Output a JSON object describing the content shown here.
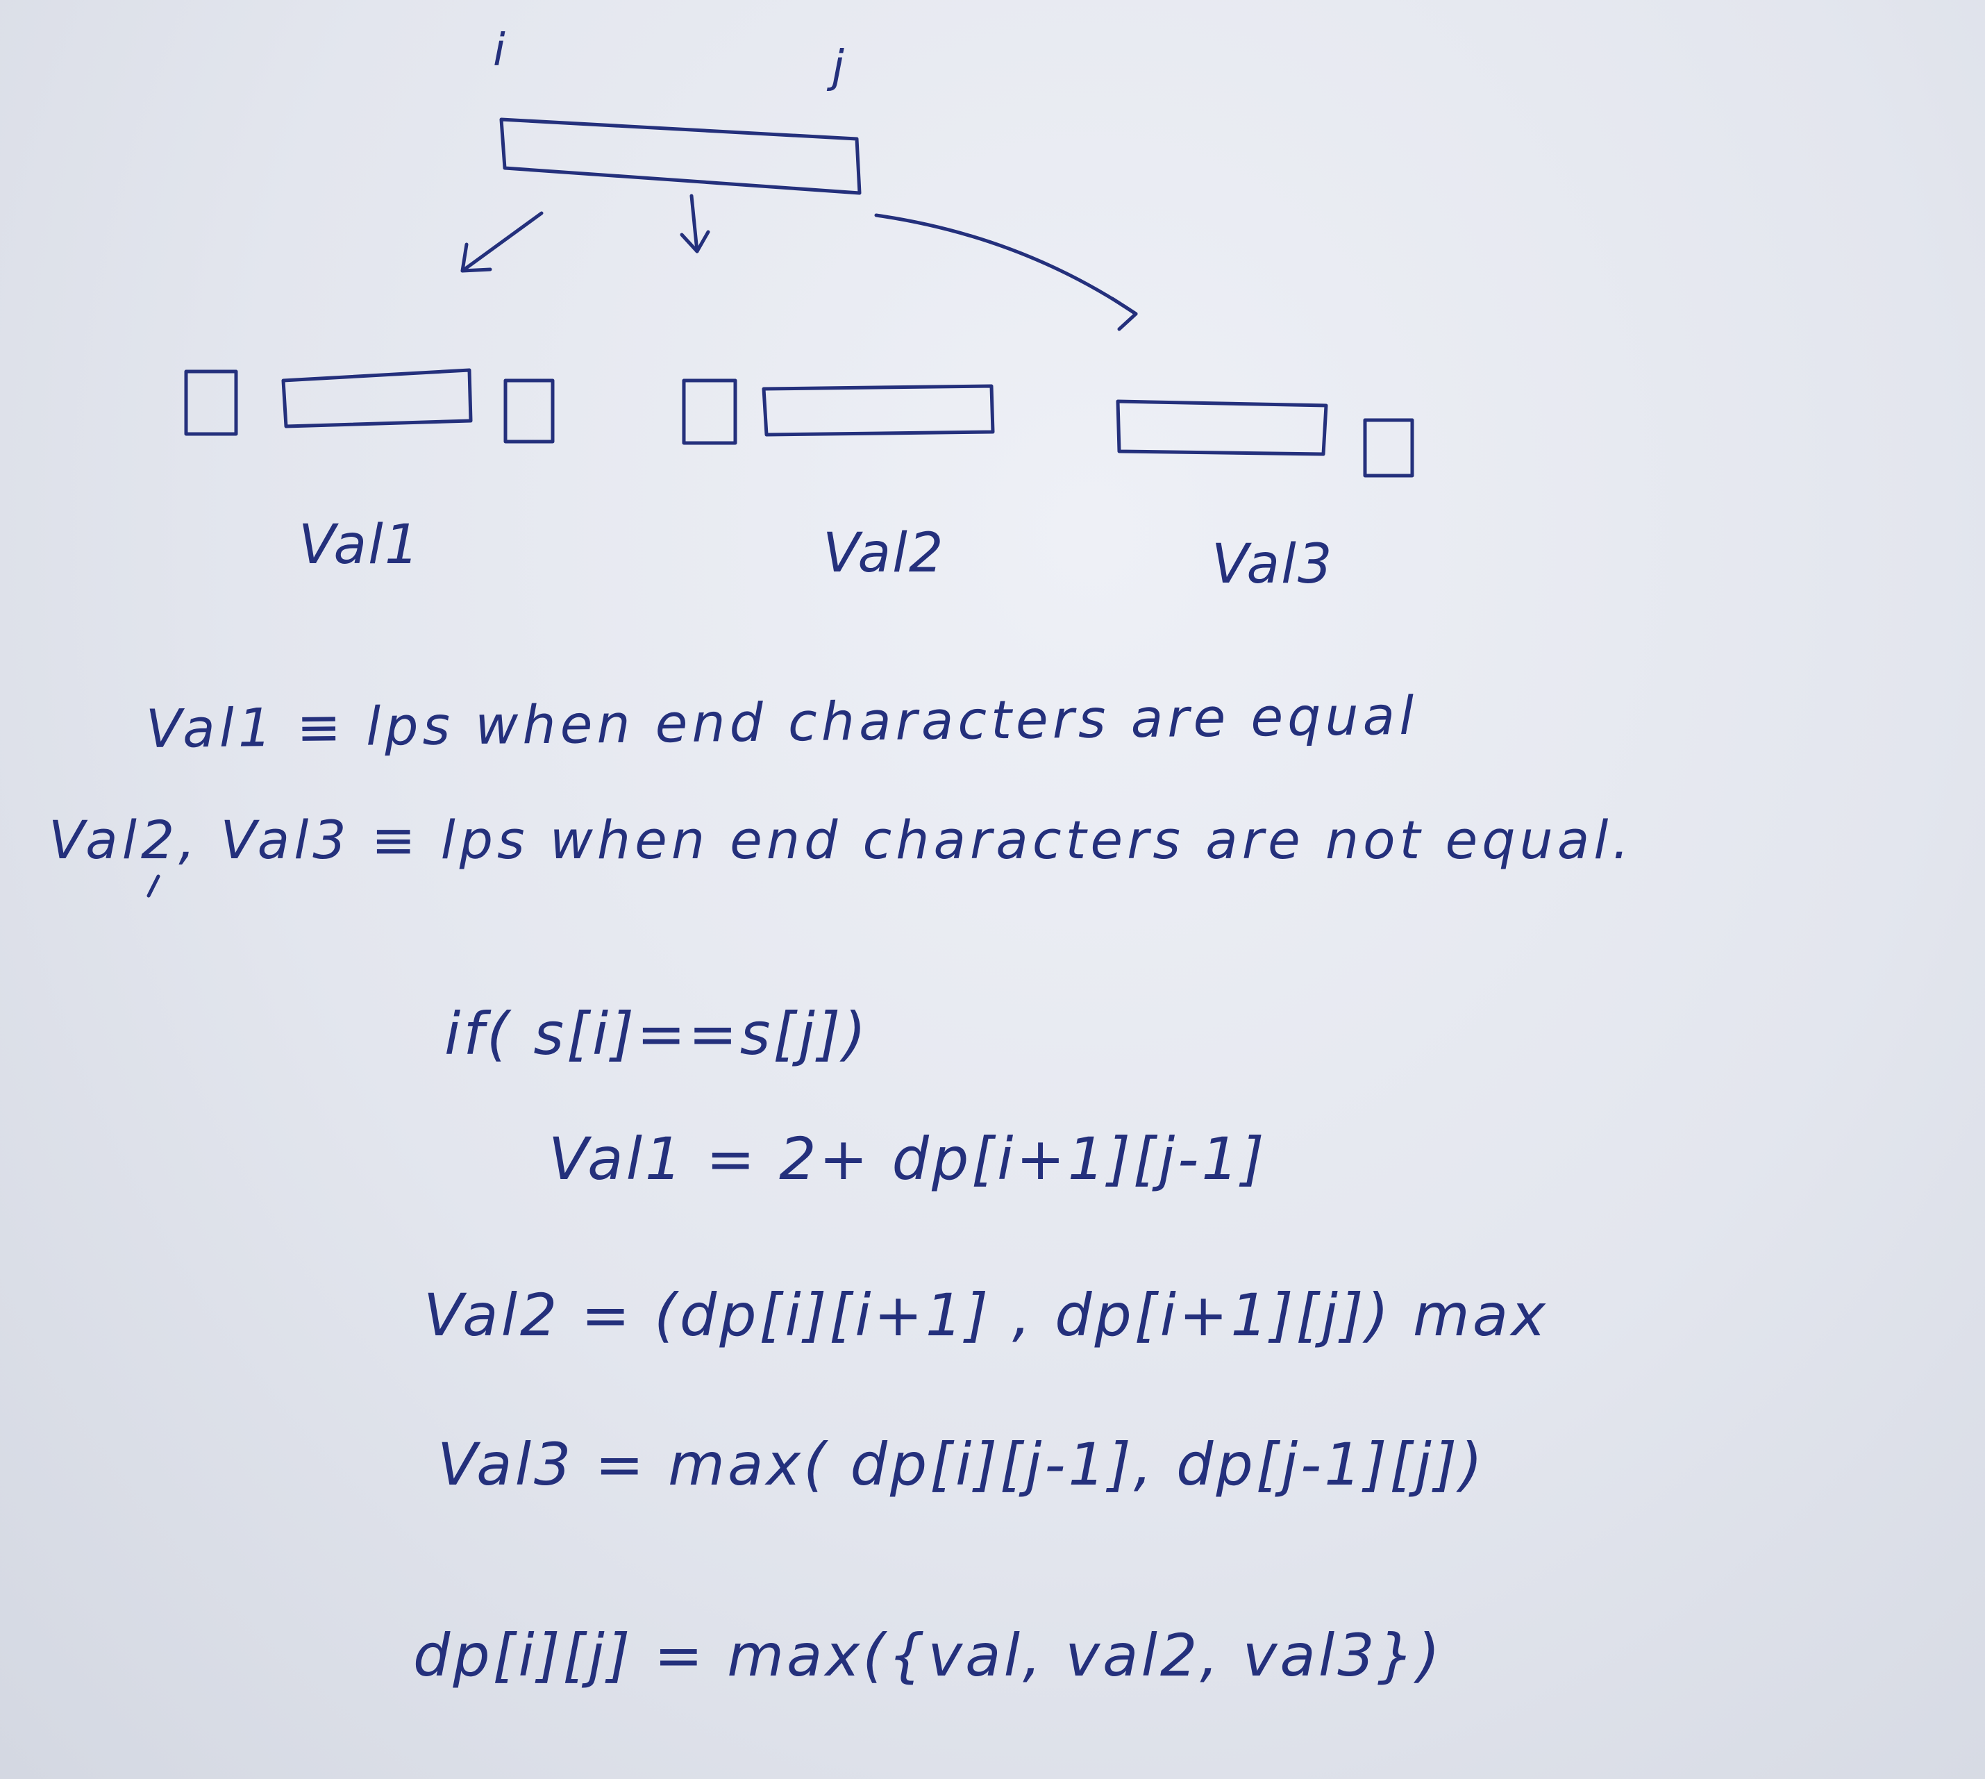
{
  "diagram": {
    "index_left": "i",
    "index_right": "j",
    "labels": [
      "Val1",
      "Val2",
      "Val3"
    ]
  },
  "notes": {
    "line1": "Val1 ≡ lps when end characters are equal",
    "line2": "Val2, Val3 ≡ lps when end characters are not equal."
  },
  "code": {
    "condition": "if( s[i]==s[j])",
    "val1": "Val1 = 2+ dp[i+1][j-1]",
    "val2": "Val2 = (dp[i][i+1] , dp[i+1][j]) max",
    "val3": "Val3 = max( dp[i][j-1], dp[j-1][j])",
    "result": "dp[i][j] = max({val, val2, val3})"
  },
  "colors": {
    "ink": "#24307c",
    "paper": "#e6e9f0"
  }
}
